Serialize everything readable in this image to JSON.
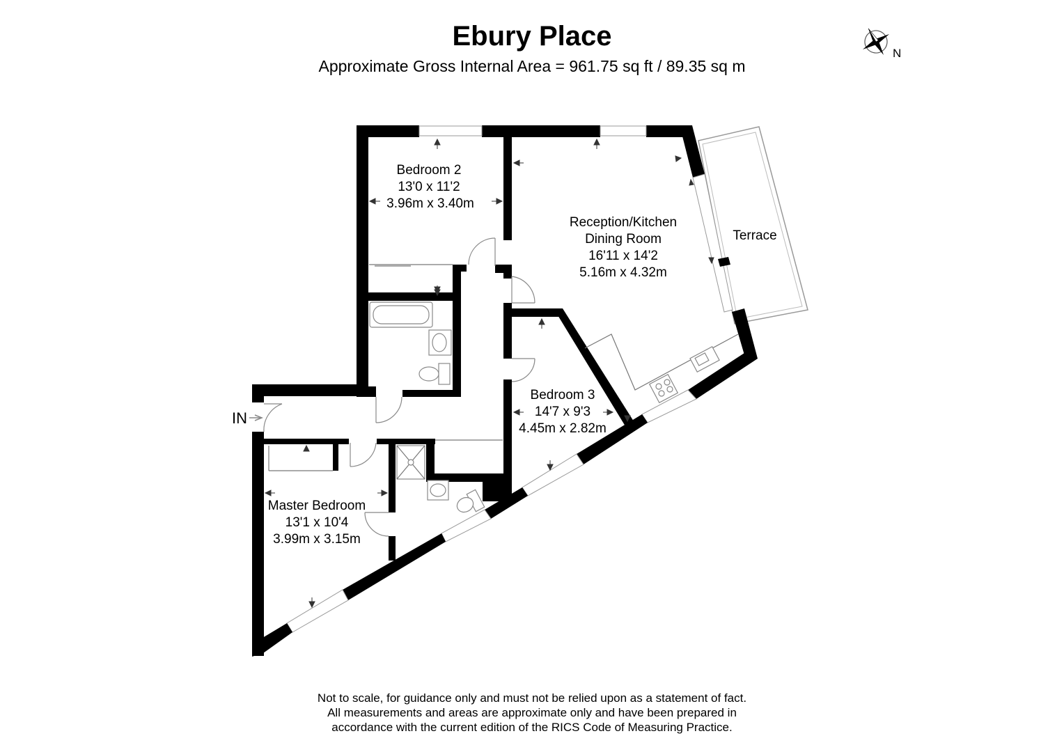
{
  "header": {
    "title": "Ebury Place",
    "area": "Approximate Gross Internal Area = 961.75 sq ft / 89.35 sq m"
  },
  "compass": {
    "north_label": "N"
  },
  "entrance": {
    "label": "IN"
  },
  "rooms": {
    "bedroom2": {
      "name": "Bedroom 2",
      "imperial": "13'0 x 11'2",
      "metric": "3.96m x 3.40m"
    },
    "reception": {
      "name": "Reception/Kitchen",
      "name2": "Dining Room",
      "imperial": "16'11 x 14'2",
      "metric": "5.16m x 4.32m"
    },
    "terrace": {
      "name": "Terrace"
    },
    "bedroom3": {
      "name": "Bedroom 3",
      "imperial": "14'7 x 9'3",
      "metric": "4.45m x 2.82m"
    },
    "master": {
      "name": "Master Bedroom",
      "imperial": "13'1 x 10'4",
      "metric": "3.99m x 3.15m"
    }
  },
  "disclaimer": {
    "line1": "Not to scale, for guidance only and must not be relied upon as a statement of fact.",
    "line2": "All measurements and areas are approximate only and have been prepared in",
    "line3": "accordance with the current edition of the RICS Code of Measuring Practice."
  }
}
